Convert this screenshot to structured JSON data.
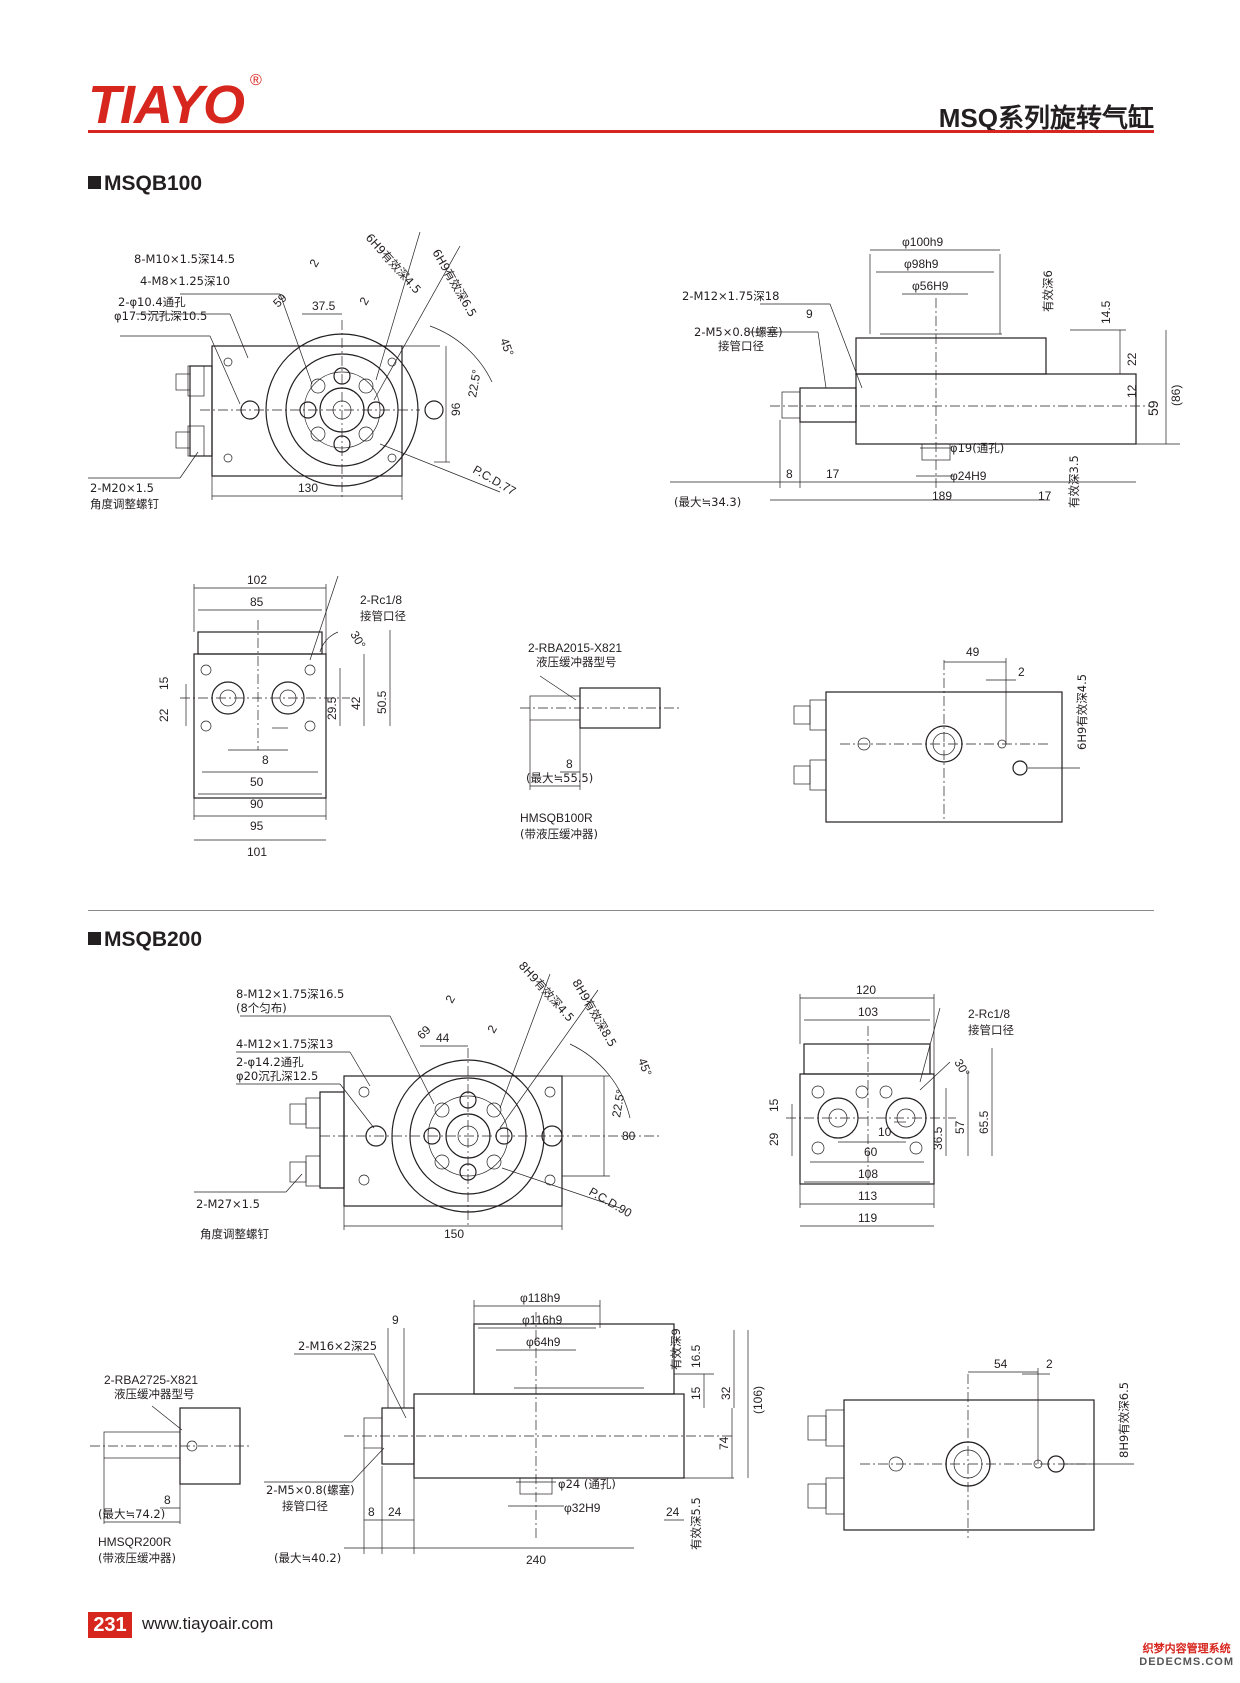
{
  "header": {
    "brand": "TIAYO",
    "registered_mark": "®",
    "title": "MSQ系列旋转气缸"
  },
  "sections": {
    "msqb100": {
      "title": "MSQB100",
      "front": {
        "callouts": [
          "8-M10×1.5深14.5",
          "4-M8×1.25深10",
          "2-φ10.4通孔",
          "φ17.5沉孔深10.5",
          "6H9有效深4.5",
          "6H9有效深6.5",
          "2-M20×1.5",
          "角度调整螺钉",
          "P.C.D.77"
        ],
        "dims": [
          "59",
          "2",
          "37.5",
          "2",
          "45°",
          "22.5°",
          "96",
          "130"
        ]
      },
      "side": {
        "callouts": [
          "2-M12×1.75深18",
          "2-M5×0.8(螺塞)",
          "接管口径",
          "φ19(通孔)",
          "φ24H9",
          "(最大≒34.3)",
          "有效深6",
          "有效深3.5"
        ],
        "dims": [
          "φ100h9",
          "φ98h9",
          "φ56H9",
          "9",
          "14.5",
          "22",
          "12",
          "59",
          "(86)",
          "8",
          "17",
          "189",
          "17"
        ]
      },
      "end": {
        "callouts": [
          "2-Rc1/8",
          "接管口径"
        ],
        "dims": [
          "102",
          "85",
          "30°",
          "15",
          "22",
          "29.5",
          "42",
          "50.5",
          "8",
          "50",
          "90",
          "95",
          "101"
        ]
      },
      "buffer": {
        "callouts": [
          "2-RBA2015-X821",
          "液压缓冲器型号",
          "(最大≒55.5)",
          "HMSQB100R",
          "(带液压缓冲器)"
        ],
        "dims": [
          "8"
        ]
      },
      "bottom": {
        "dims": [
          "49",
          "2"
        ],
        "callouts": [
          "6H9有效深4.5"
        ]
      }
    },
    "msqb200": {
      "title": "MSQB200",
      "front": {
        "callouts": [
          "8-M12×1.75深16.5",
          "(8个匀布)",
          "4-M12×1.75深13",
          "2-φ14.2通孔",
          "φ20沉孔深12.5",
          "8H9有效深4.5",
          "8H9有效深8.5",
          "2-M27×1.5",
          "角度调整螺钉",
          "P.C.D.90"
        ],
        "dims": [
          "69",
          "2",
          "44",
          "2",
          "45°",
          "22.5°",
          "80",
          "150"
        ]
      },
      "end": {
        "callouts": [
          "2-Rc1/8",
          "接管口径"
        ],
        "dims": [
          "120",
          "103",
          "30°",
          "15",
          "29",
          "36.5",
          "57",
          "65.5",
          "10",
          "60",
          "108",
          "113",
          "119"
        ]
      },
      "side": {
        "callouts": [
          "2-M16×2深25",
          "2-M5×0.8(螺塞)",
          "接管口径",
          "φ24 (通孔)",
          "φ32H9",
          "(最大≒40.2)",
          "有效深9",
          "有效深5.5"
        ],
        "dims": [
          "φ118h9",
          "φ116h9",
          "φ64h9",
          "9",
          "16.5",
          "15",
          "32",
          "(106)",
          "74",
          "8",
          "24",
          "24",
          "240"
        ]
      },
      "buffer": {
        "callouts": [
          "2-RBA2725-X821",
          "液压缓冲器型号",
          "(最大≒74.2)",
          "HMSQR200R",
          "(带液压缓冲器)"
        ],
        "dims": [
          "8"
        ]
      },
      "bottom": {
        "dims": [
          "54",
          "2"
        ],
        "callouts": [
          "8H9有效深6.5"
        ]
      }
    }
  },
  "footer": {
    "page_number": "231",
    "website": "www.tiayoair.com",
    "watermark_line1": "织梦内容管理系统",
    "watermark_line2": "DEDECMS.COM"
  }
}
